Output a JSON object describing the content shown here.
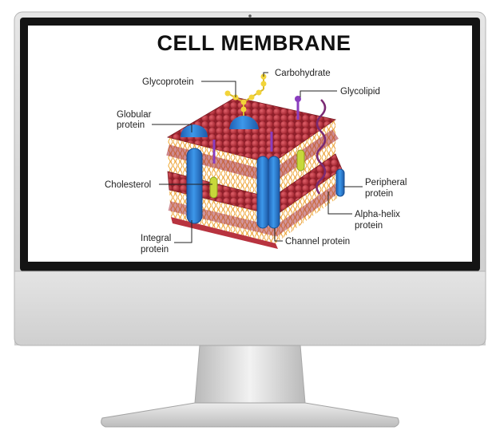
{
  "title": "CELL MEMBRANE",
  "labels": {
    "glycoprotein": "Glycoprotein",
    "carbohydrate": "Carbohydrate",
    "glycolipid": "Glycolipid",
    "globular_1": "Globular",
    "globular_2": "protein",
    "cholesterol": "Cholesterol",
    "peripheral_1": "Peripheral",
    "peripheral_2": "protein",
    "alpha_1": "Alpha-helix",
    "alpha_2": "protein",
    "integral_1": "Integral",
    "integral_2": "protein",
    "channel": "Channel protein"
  },
  "colors": {
    "phospholipid_head": "#b8333f",
    "lipid_tail": "#f0a830",
    "protein_blue": "#2f7fd6",
    "cholesterol": "#c7d83a",
    "glycolipid": "#8a3dbf",
    "carbohydrate": "#f2d43a",
    "monitor_bezel": "#d9d9d9"
  }
}
